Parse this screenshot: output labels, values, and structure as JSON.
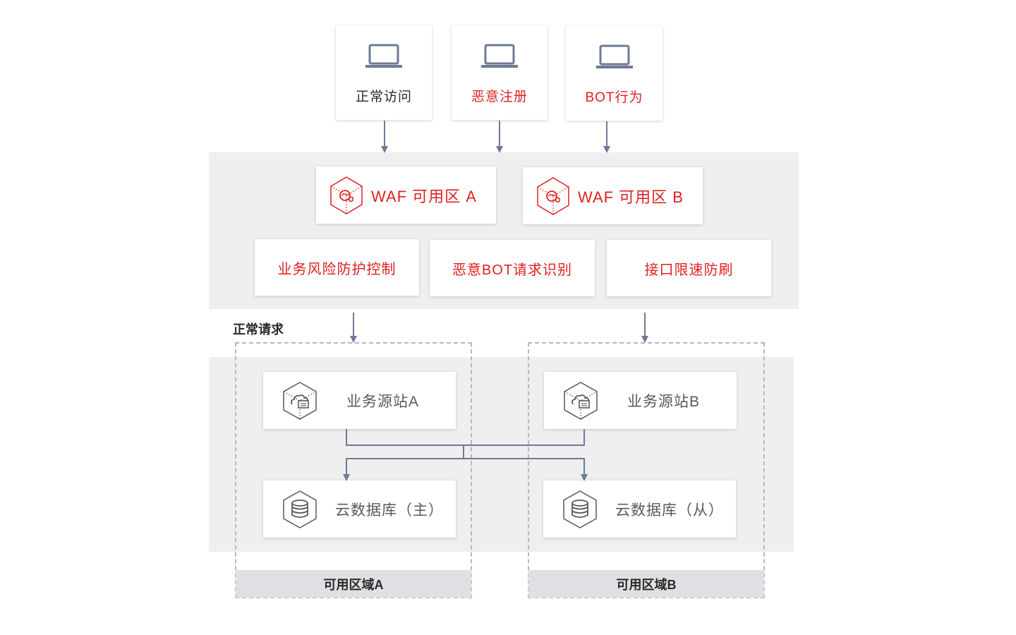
{
  "clients": [
    {
      "label": "正常访问",
      "icon": "laptop-icon"
    },
    {
      "label": "恶意注册",
      "icon": "laptop-icon"
    },
    {
      "label": "BOT行为",
      "icon": "laptop-icon"
    }
  ],
  "waf": [
    {
      "label": "WAF 可用区 A",
      "icon": "waf-shield-icon"
    },
    {
      "label": "WAF 可用区 B",
      "icon": "waf-shield-icon"
    }
  ],
  "functions": [
    {
      "label": "业务风险防护控制"
    },
    {
      "label": "恶意BOT请求识别"
    },
    {
      "label": "接口限速防刷"
    }
  ],
  "normal_request_label": "正常请求",
  "zone_a": {
    "origin": "业务源站A",
    "database": "云数据库（主）",
    "footer": "可用区域A"
  },
  "zone_b": {
    "origin": "业务源站B",
    "database": "云数据库（从）",
    "footer": "可用区域B"
  },
  "colors": {
    "accent_red": "#e02020",
    "arrow": "#6e7a94",
    "band": "#efeff0"
  }
}
